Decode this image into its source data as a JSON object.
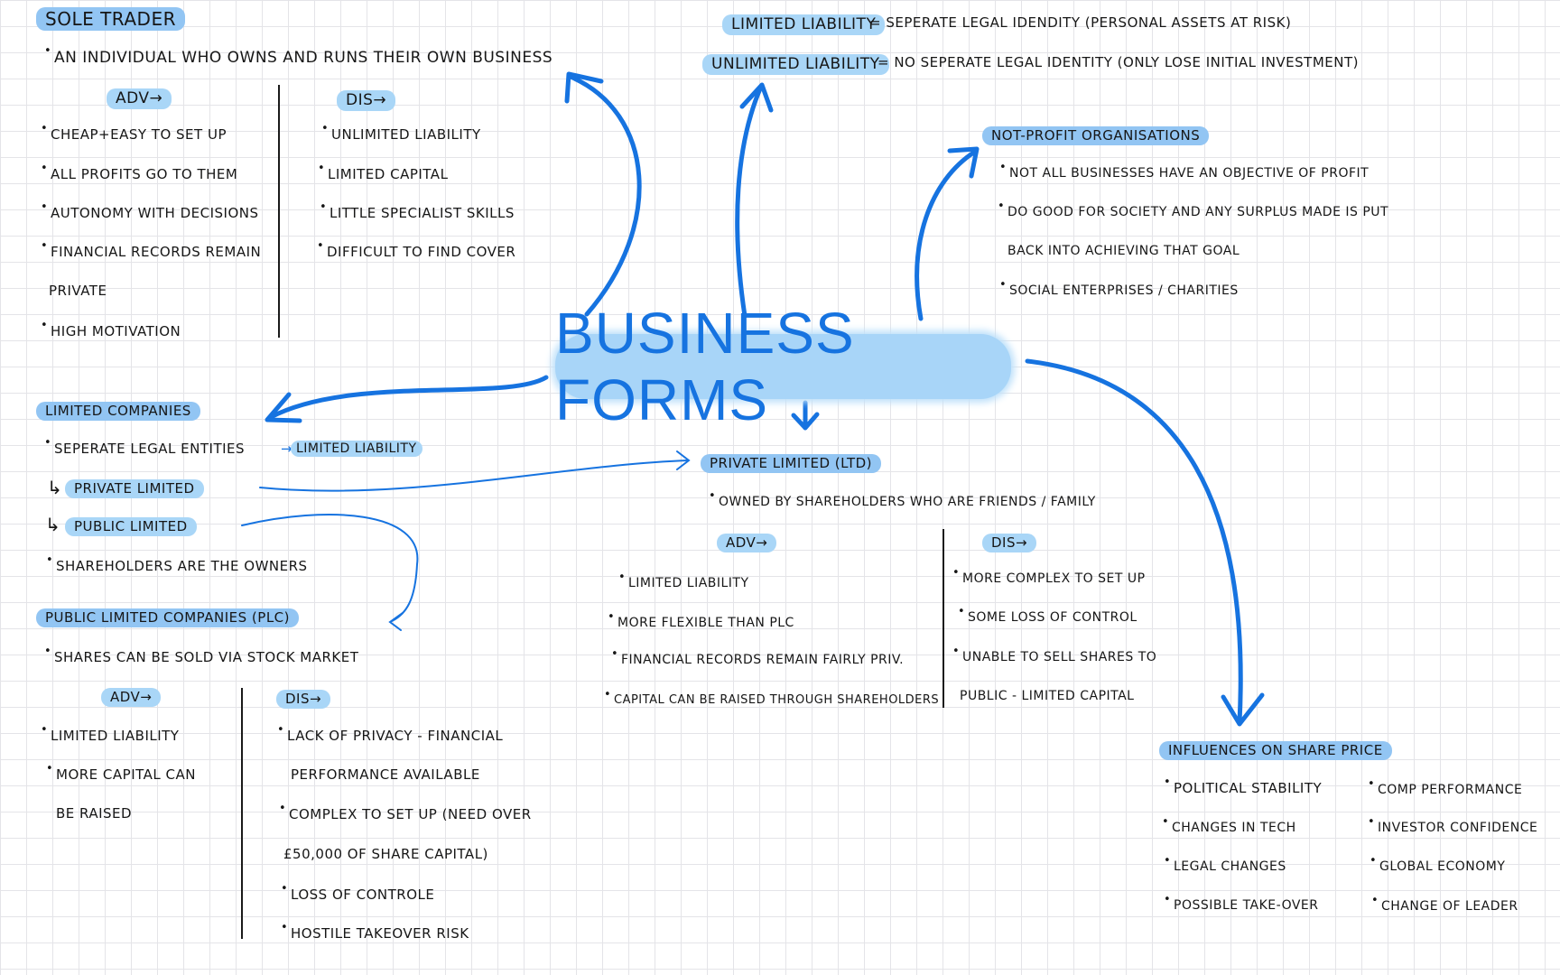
{
  "center": {
    "title": "BUSINESS FORMS"
  },
  "sole_trader": {
    "heading": "SOLE TRADER",
    "definition": "AN INDIVIDUAL WHO OWNS AND RUNS THEIR OWN BUSINESS",
    "adv_label": "ADV→",
    "dis_label": "DIS→",
    "adv": [
      "CHEAP+EASY TO SET UP",
      "ALL PROFITS GO TO THEM",
      "AUTONOMY WITH DECISIONS",
      "FINANCIAL RECORDS REMAIN",
      "PRIVATE",
      "HIGH MOTIVATION"
    ],
    "dis": [
      "UNLIMITED LIABILITY",
      "LIMITED CAPITAL",
      "LITTLE SPECIALIST SKILLS",
      "DIFFICULT TO FIND COVER"
    ]
  },
  "liability": {
    "limited_term": "LIMITED LIABILITY",
    "limited_def": "= SEPERATE LEGAL IDENDITY (PERSONAL ASSETS AT RISK)",
    "unlimited_term": "UNLIMITED LIABILITY",
    "unlimited_def": "= NO SEPERATE LEGAL IDENTITY (ONLY LOSE INITIAL INVESTMENT)"
  },
  "not_profit": {
    "heading": "NOT-PROFIT ORGANISATIONS",
    "lines": [
      "NOT ALL BUSINESSES HAVE AN OBJECTIVE OF PROFIT",
      "DO GOOD FOR SOCIETY AND ANY SURPLUS MADE IS PUT",
      "BACK INTO ACHIEVING THAT GOAL",
      "SOCIAL ENTERPRISES / CHARITIES"
    ]
  },
  "limited_companies": {
    "heading": "LIMITED COMPANIES",
    "entities": "SEPERATE LEGAL ENTITIES",
    "entities_tag": "LIMITED LIABILITY",
    "private": "PRIVATE LIMITED",
    "public": "PUBLIC LIMITED",
    "owners": "SHAREHOLDERS ARE THE OWNERS",
    "branch_symbol": "↳",
    "arrow_symbol": "→"
  },
  "plc": {
    "heading": "PUBLIC LIMITED COMPANIES (PLC)",
    "shares": "SHARES CAN BE SOLD VIA STOCK MARKET",
    "adv_label": "ADV→",
    "dis_label": "DIS→",
    "adv": [
      "LIMITED LIABILITY",
      "MORE CAPITAL CAN",
      "BE RAISED"
    ],
    "dis": [
      "LACK OF PRIVACY - FINANCIAL",
      "PERFORMANCE AVAILABLE",
      "COMPLEX TO SET UP (NEED OVER",
      "£50,000 OF SHARE CAPITAL)",
      "LOSS OF CONTROLE",
      "HOSTILE TAKEOVER RISK"
    ]
  },
  "ltd": {
    "heading": "PRIVATE LIMITED (LTD)",
    "owned": "OWNED BY SHAREHOLDERS WHO ARE FRIENDS / FAMILY",
    "adv_label": "ADV→",
    "dis_label": "DIS→",
    "adv": [
      "LIMITED LIABILITY",
      "MORE FLEXIBLE THAN PLC",
      "FINANCIAL RECORDS REMAIN FAIRLY PRIV.",
      "CAPITAL CAN BE RAISED THROUGH SHAREHOLDERS"
    ],
    "dis": [
      "MORE COMPLEX TO SET UP",
      "SOME LOSS OF CONTROL",
      "UNABLE TO SELL SHARES TO",
      "PUBLIC - LIMITED CAPITAL"
    ]
  },
  "share_price": {
    "heading": "INFLUENCES ON SHARE PRICE",
    "left": [
      "POLITICAL STABILITY",
      "CHANGES IN TECH",
      "LEGAL CHANGES",
      "POSSIBLE TAKE-OVER"
    ],
    "right": [
      "COMP PERFORMANCE",
      "INVESTOR CONFIDENCE",
      "GLOBAL ECONOMY",
      "CHANGE OF LEADER"
    ]
  },
  "colors": {
    "accent": "#1673e0",
    "highlight": "#a9d6f7",
    "grid": "#e4e4e8"
  }
}
